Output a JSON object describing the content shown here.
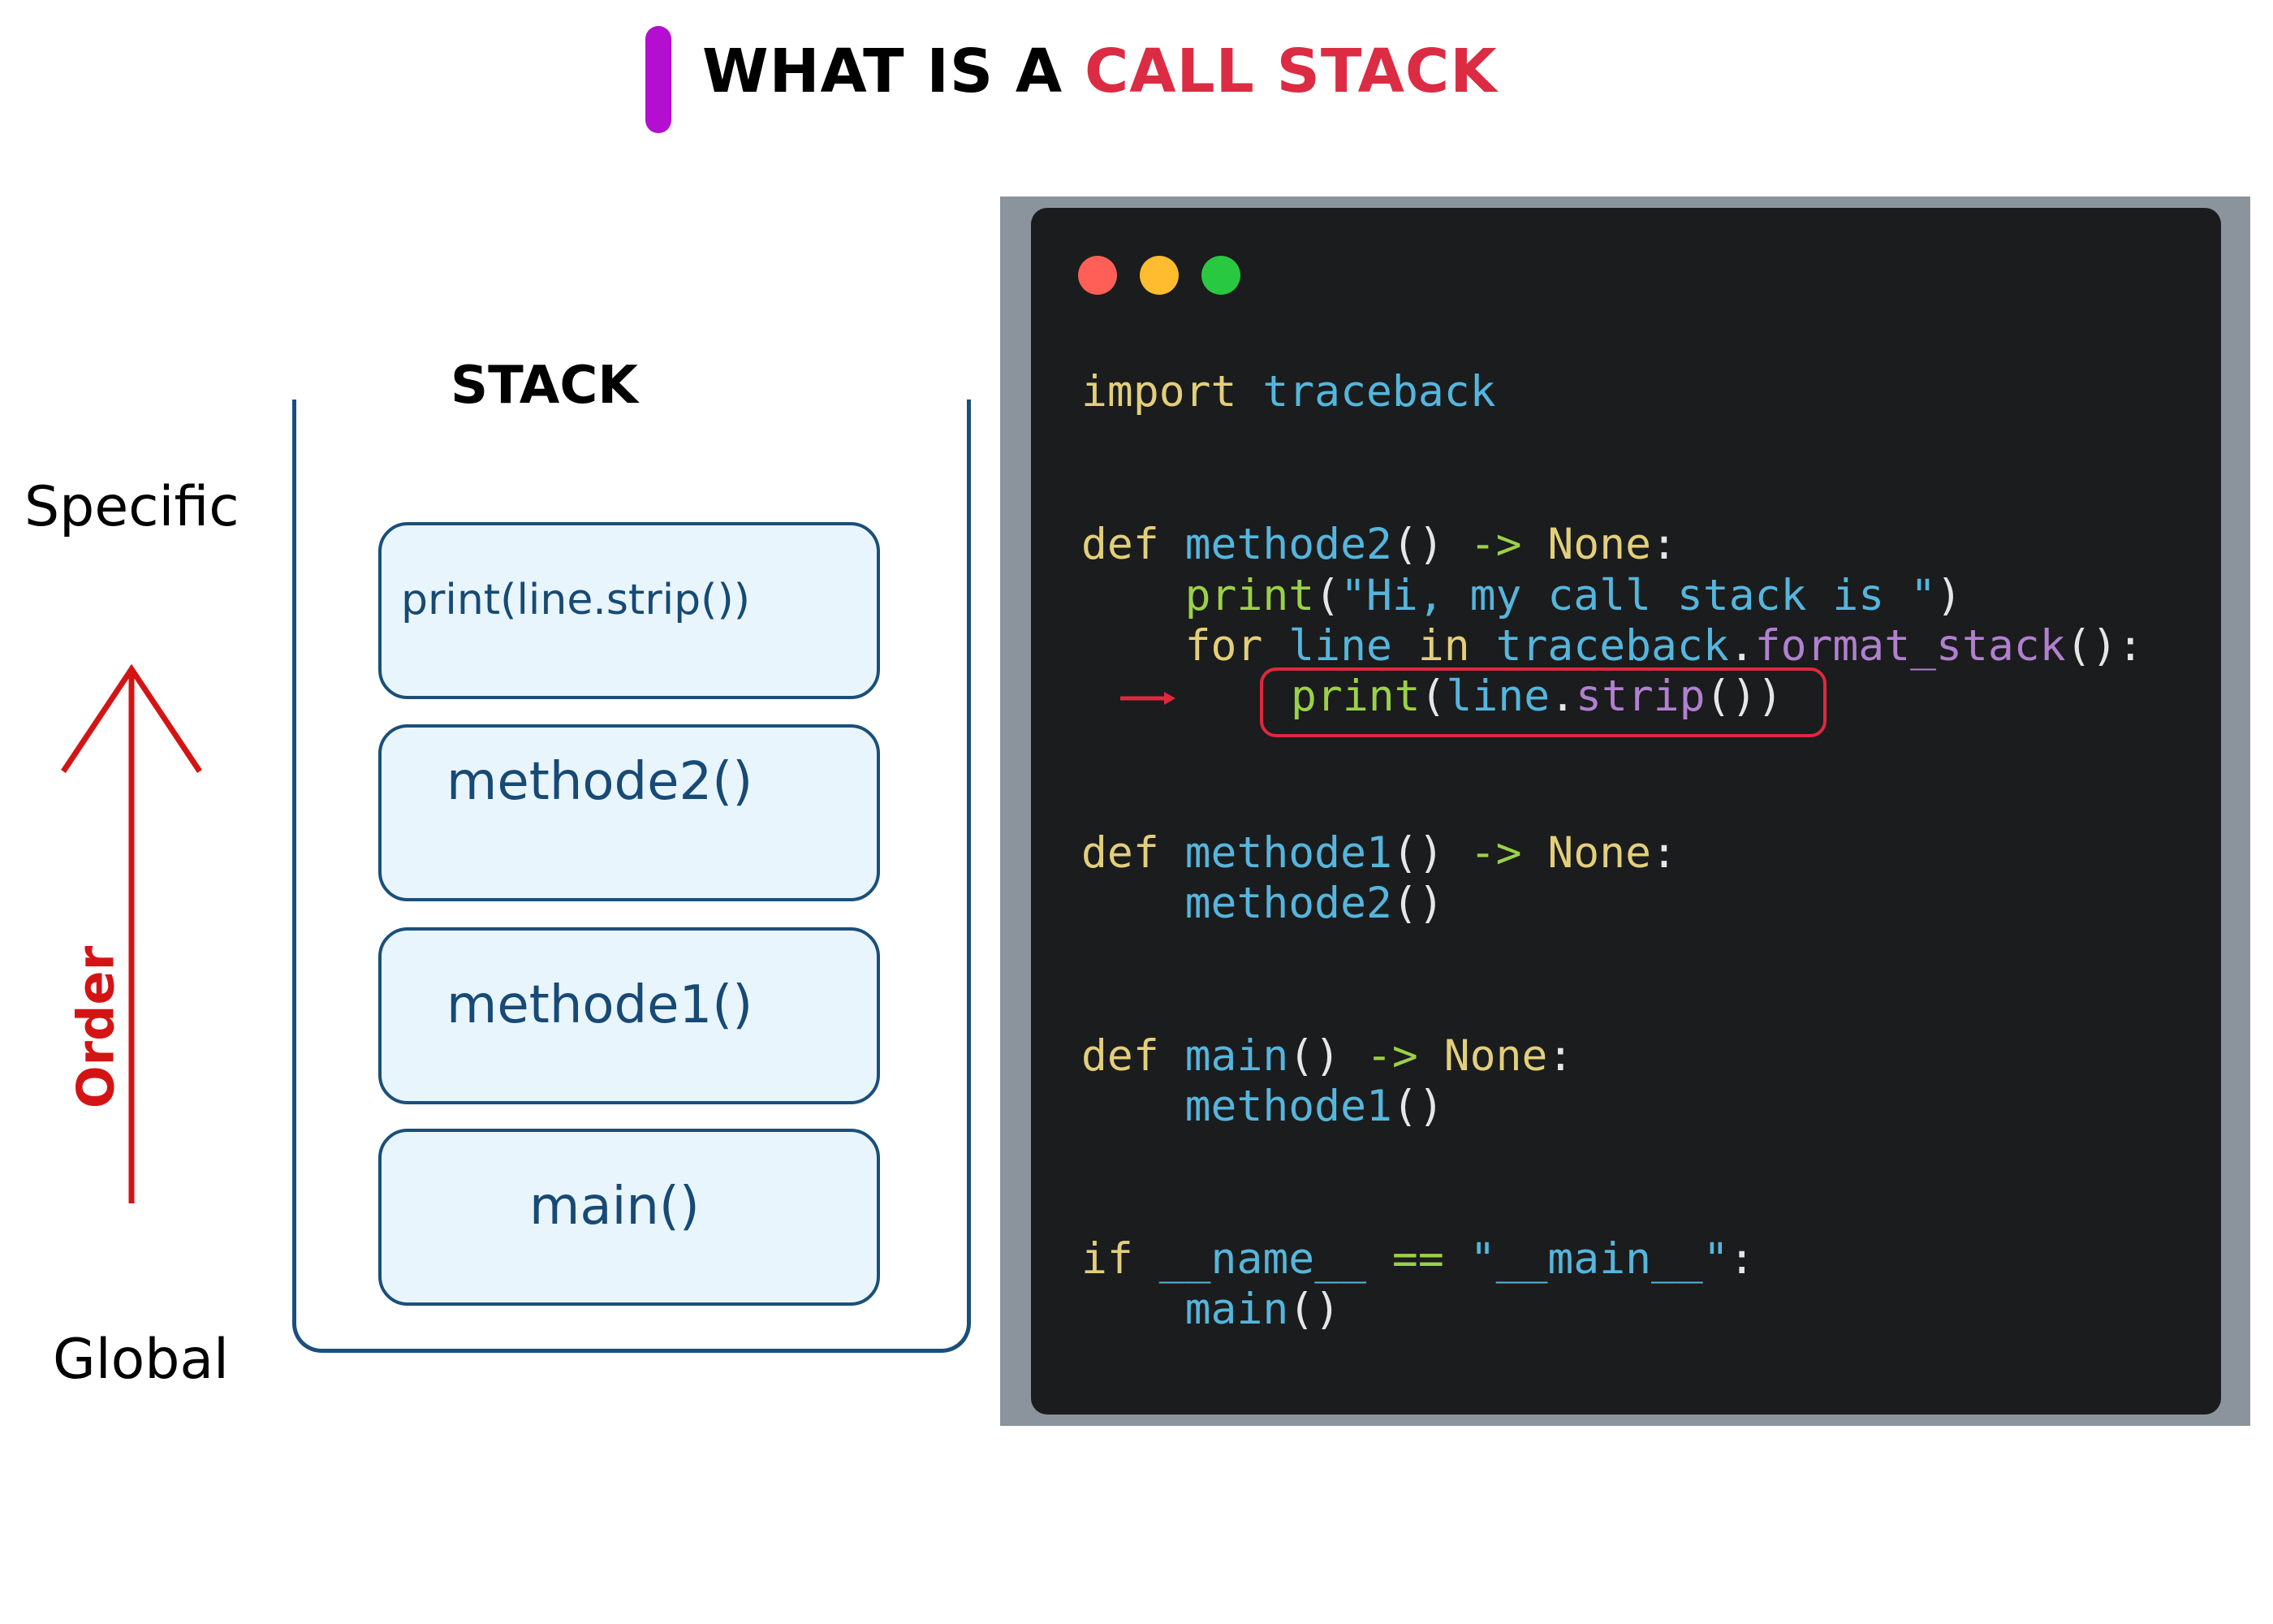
{
  "title": {
    "prefix": "WHAT IS A ",
    "highlight": "CALL STACK"
  },
  "diagram": {
    "stack_label": "STACK",
    "specific_label": "Specific",
    "global_label": "Global",
    "order_label": "Order",
    "frames": [
      "print(line.strip())",
      "methode2()",
      "methode1()",
      "main()"
    ]
  },
  "code": {
    "l1": {
      "a": "import",
      "b": " traceback"
    },
    "l2": {
      "a": "def",
      "b": " methode2",
      "c": "()",
      "d": " ->",
      "e": " None",
      "f": ":"
    },
    "l3": {
      "a": "    print",
      "b": "(",
      "c": "\"Hi, my call stack is \"",
      "d": ")"
    },
    "l4": {
      "a": "    for",
      "b": " line",
      "c": " in",
      "d": " traceback",
      "e": ".",
      "f": "format_stack",
      "g": "():"
    },
    "l5": {
      "a": "print",
      "b": "(",
      "c": "line",
      "d": ".",
      "e": "strip",
      "f": "())"
    },
    "l6": {
      "a": "def",
      "b": " methode1",
      "c": "()",
      "d": " ->",
      "e": " None",
      "f": ":"
    },
    "l7": {
      "a": "    methode2",
      "b": "()"
    },
    "l8": {
      "a": "def",
      "b": " main",
      "c": "()",
      "d": " ->",
      "e": " None",
      "f": ":"
    },
    "l9": {
      "a": "    methode1",
      "b": "()"
    },
    "l10": {
      "a": "if",
      "b": " __name__",
      "c": " ==",
      "d": " \"__main__\"",
      "e": ":"
    },
    "l11": {
      "a": "    main",
      "b": "()"
    }
  },
  "colors": {
    "title_accent": "#db2c43",
    "title_bar": "#b40ed0",
    "stack_border": "#1a4f7a",
    "frame_fill": "#e9f5fc",
    "order_arrow": "#d41414",
    "editor_bg": "#1b1c1d",
    "highlight_box": "#e0283f"
  }
}
